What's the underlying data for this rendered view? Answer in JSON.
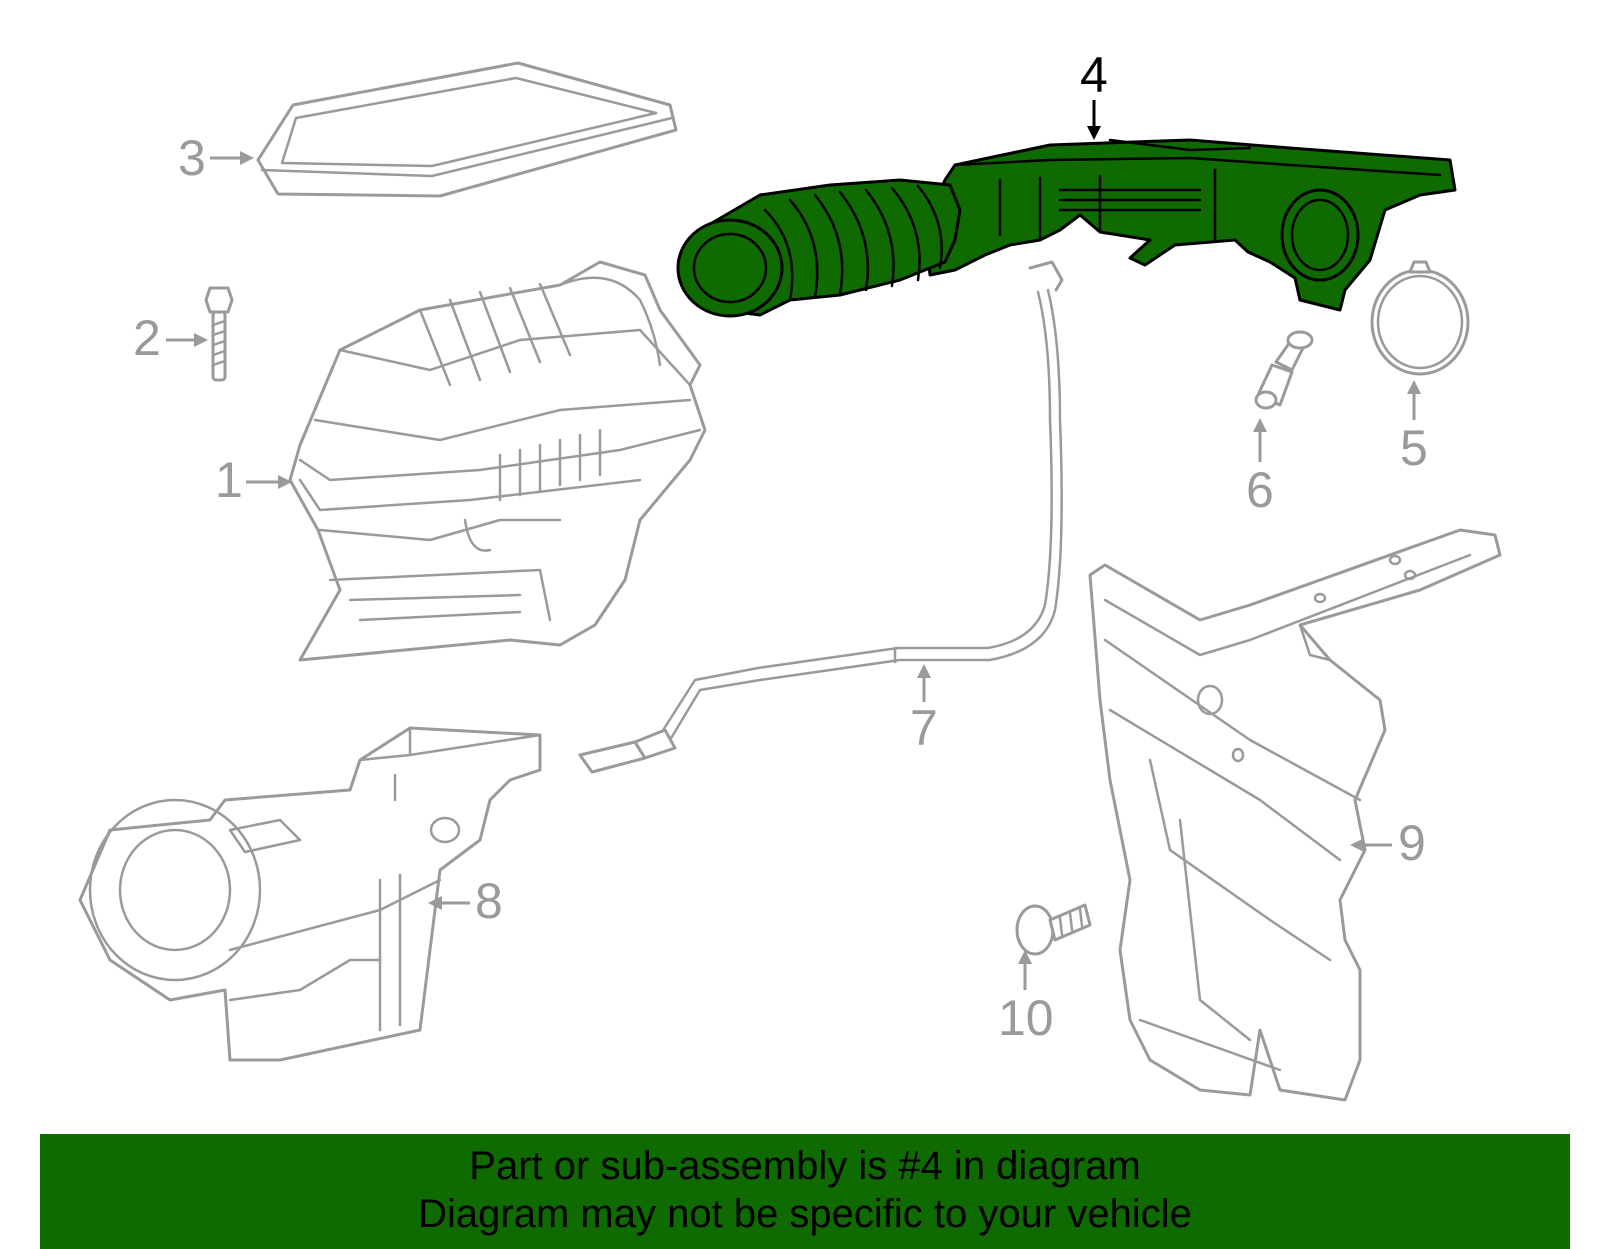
{
  "diagram": {
    "highlight_color": "#0f6b00",
    "outline_color": "#9a9a9a",
    "callouts": {
      "c1": "1",
      "c2": "2",
      "c3": "3",
      "c4": "4",
      "c5": "5",
      "c6": "6",
      "c7": "7",
      "c8": "8",
      "c9": "9",
      "c10": "10"
    },
    "highlighted_callout": "4"
  },
  "banner": {
    "line1": "Part or sub-assembly is #4 in diagram",
    "line2": "Diagram may not be specific to your vehicle",
    "background": "#0f6b00"
  }
}
